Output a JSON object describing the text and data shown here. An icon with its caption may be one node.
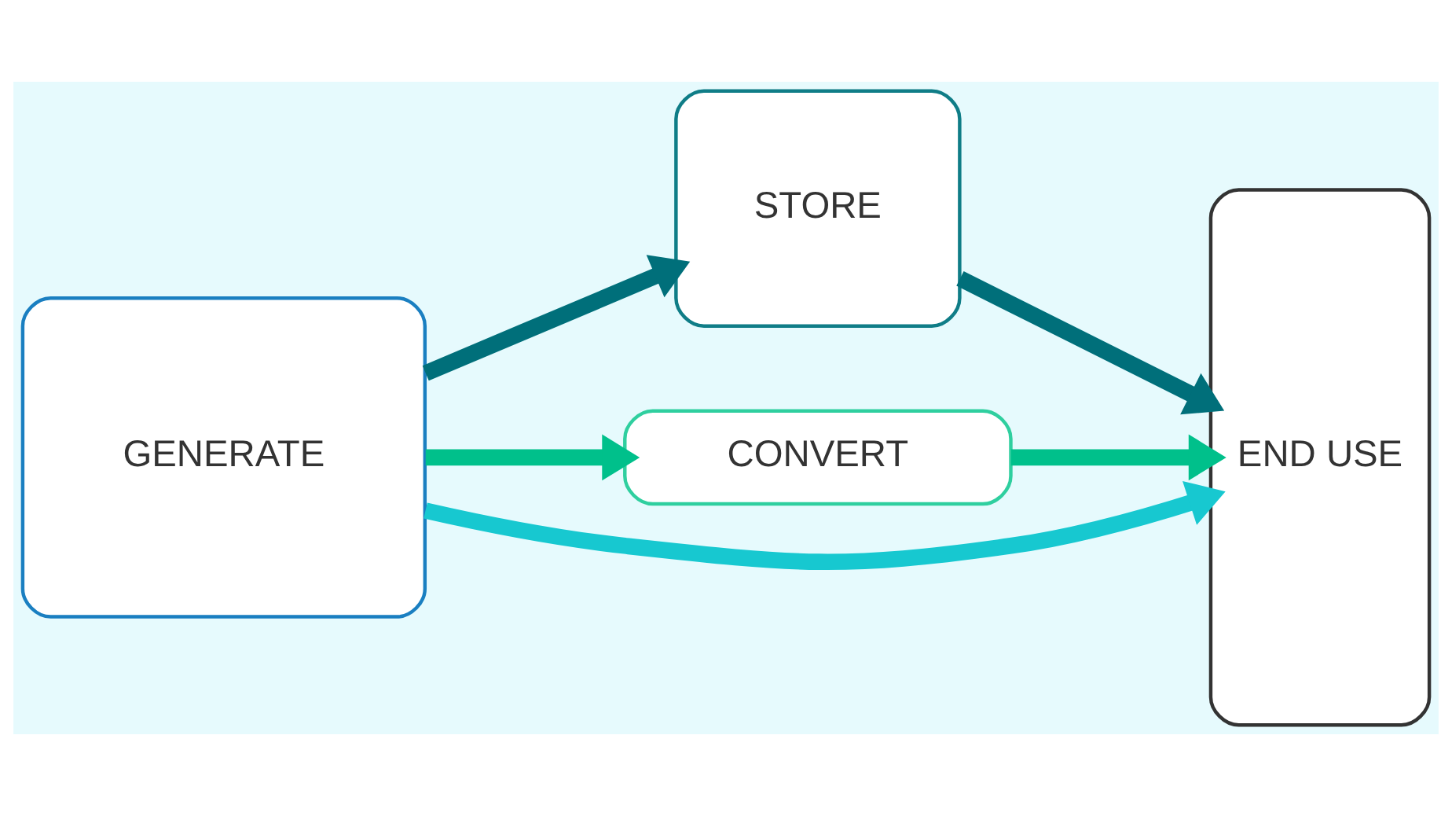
{
  "diagram": {
    "nodes": [
      {
        "text": [
          "GENERATE"
        ]
      },
      {
        "text": [
          "STORE"
        ]
      },
      {
        "text": [
          "CONVERT"
        ]
      },
      {
        "text": [
          "END USE"
        ]
      }
    ],
    "edges": [
      {
        "from": 0,
        "to": 3,
        "arrow": "to",
        "color": "#17c8d0"
      },
      {
        "from": 0,
        "to": 1,
        "arrow": "to",
        "color": "#006f7a"
      },
      {
        "from": 1,
        "to": 3,
        "arrow": "to",
        "color": "#006f7a"
      },
      {
        "from": 0,
        "to": 2,
        "arrow": "to",
        "color": "#00c08b"
      },
      {
        "from": 2,
        "to": 3,
        "arrow": "to",
        "color": "#00c08b"
      }
    ]
  }
}
